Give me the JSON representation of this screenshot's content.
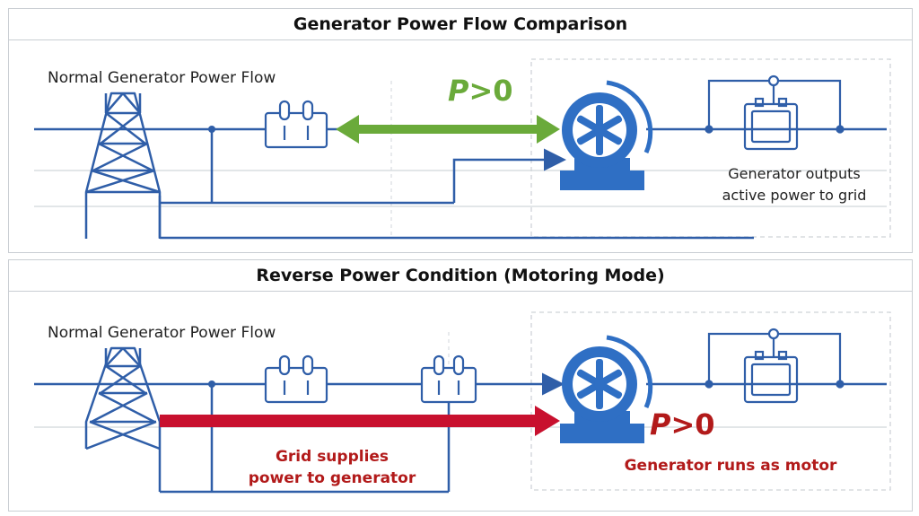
{
  "panels": [
    {
      "title": "Generator Power Flow Comparison",
      "diagram_label": "Normal Generator Power Flow",
      "power_symbol": "P",
      "power_relation": ">0",
      "power_color": "#6aaa3a",
      "note_line1": "Generator outputs",
      "note_line2": "active power to grid"
    },
    {
      "title": "Reverse Power Condition (Motoring Mode)",
      "diagram_label": "Normal Generator Power Flow",
      "power_symbol": "P",
      "power_relation": ">0",
      "power_color": "#b21a1a",
      "arrow_label_line1": "Grid supplies",
      "arrow_label_line2": "power to generator",
      "note": "Generator runs as motor"
    }
  ],
  "colors": {
    "line": "#2f5ea8",
    "machine": "#2f6fc4",
    "grid_arrow": "#c8102e",
    "flow_arrow": "#6aaa3a",
    "frame": "#c9ced3"
  },
  "icons": [
    "transmission-tower-icon",
    "circuit-breaker-icon",
    "generator-icon",
    "battery-load-icon"
  ]
}
